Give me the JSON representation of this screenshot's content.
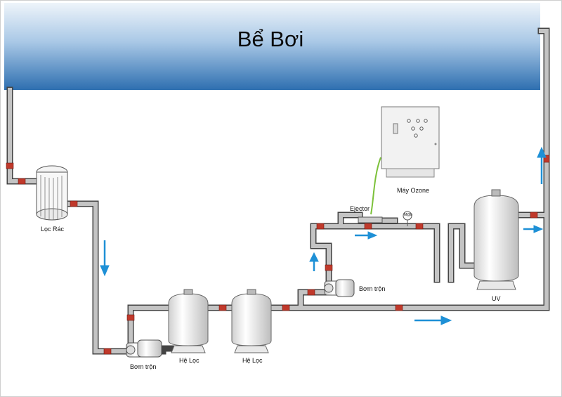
{
  "title": "Bể Bơi",
  "labels": {
    "loc_rac": "Lọc Rác",
    "bom_tron_1": "Bơm trộn",
    "he_loc_1": "Hệ Lọc",
    "he_loc_2": "Hệ Lọc",
    "bom_tron_2": "Bơm trộn",
    "ejector": "Ejector",
    "may_ozone": "Máy Ozone",
    "uv": "UV",
    "gauge": "M@b"
  },
  "colors": {
    "pool_top": "#d9e6f2",
    "pool_bottom": "#2f74b5",
    "pipe": "#b9b9b9",
    "pipe_outline": "#444444",
    "valve": "#c0392b",
    "flow_arrow": "#1e90d6",
    "ozone_line": "#7cc13a"
  },
  "icons": [
    "arrow-down-icon",
    "arrow-up-icon",
    "arrow-right-icon",
    "valve-icon",
    "pump-icon"
  ]
}
